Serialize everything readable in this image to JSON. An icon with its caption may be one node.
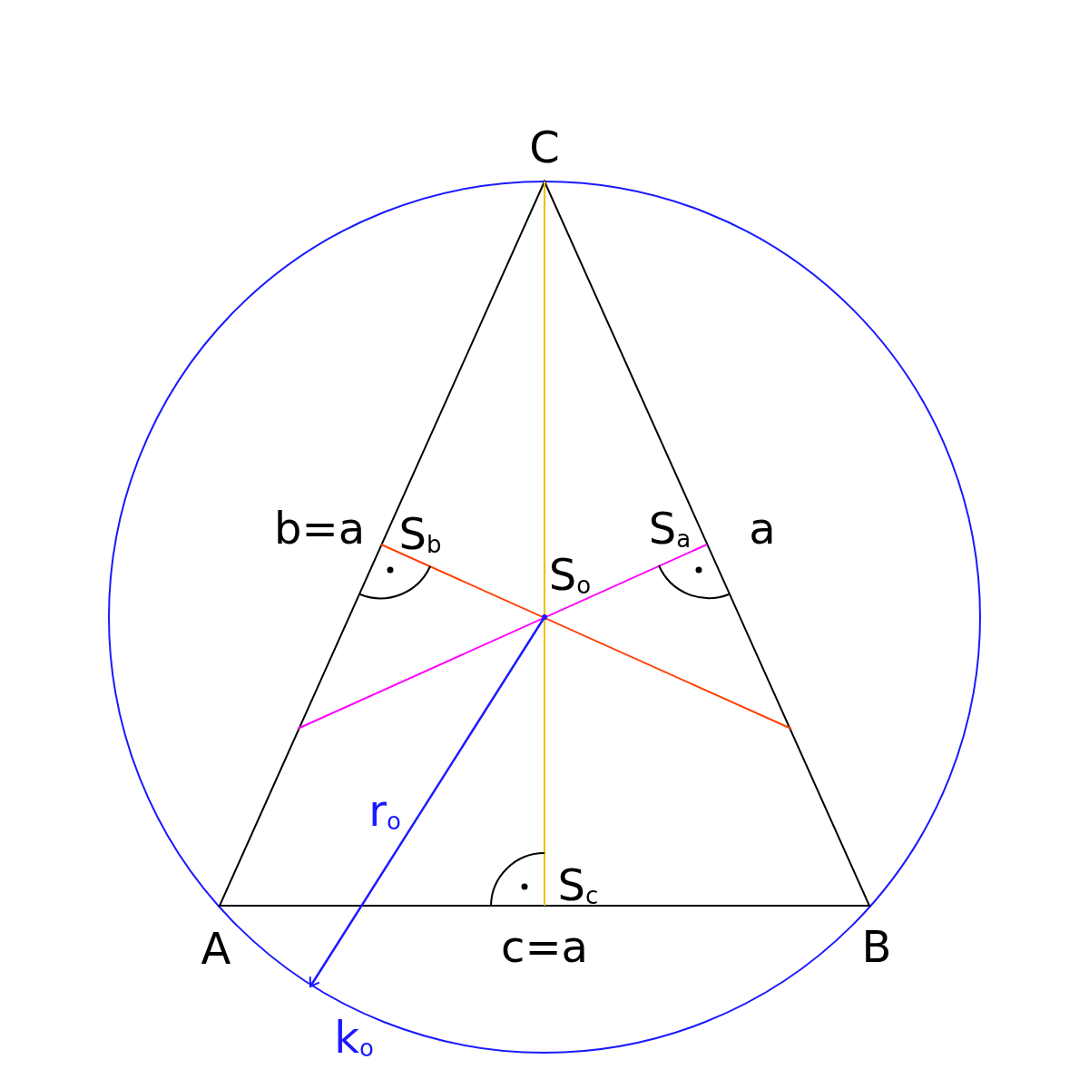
{
  "diagram": {
    "labels": [
      "C",
      "b=a",
      "S$_{b}$",
      "S$_{a}$",
      "a",
      "S$_{o}$",
      "r$_{o}$",
      "S$_{c}$",
      "A",
      "c=a",
      "B",
      "k$_{o}$"
    ]
  }
}
